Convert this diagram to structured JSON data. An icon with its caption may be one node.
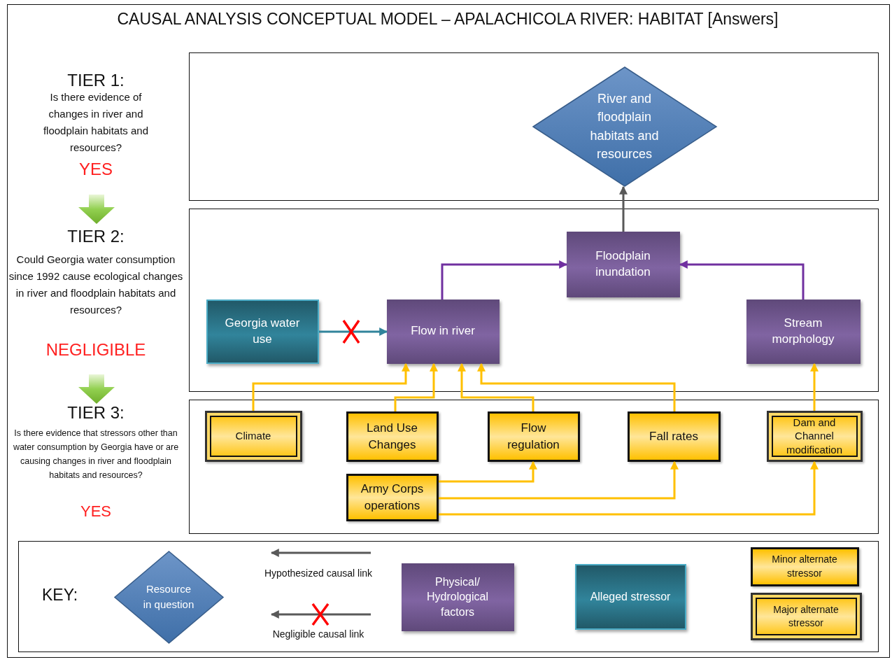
{
  "diagram": {
    "title": "CAUSAL ANALYSIS  CONCEPTUAL MODEL – APALACHICOLA RIVER: HABITAT [Answers]",
    "nodes": [
      {
        "text": [],
        "shape": "box"
      },
      {
        "text": [
          "River and floodplain habitats and resources"
        ],
        "in": 0
      },
      {
        "text": [],
        "shape": "box"
      },
      {
        "text": [
          "Floodplain inundation"
        ],
        "in": 2
      },
      {
        "text": [
          "Georgia water use"
        ],
        "in": 2
      },
      {
        "text": [
          "Flow in river"
        ],
        "in": 2
      },
      {
        "text": [
          "Stream morphology"
        ],
        "in": 2
      },
      {
        "text": [],
        "shape": "box"
      },
      {
        "text": [
          "Climate"
        ],
        "in": 7
      },
      {
        "text": [
          "Land Use Changes"
        ],
        "in": 7
      },
      {
        "text": [
          "Flow regulation"
        ],
        "in": 7
      },
      {
        "text": [
          "Fall rates"
        ],
        "in": 7
      },
      {
        "text": [
          "Dam and Channel modification"
        ],
        "in": 7
      },
      {
        "text": [
          "Army Corps operations"
        ],
        "in": 7
      },
      {
        "text": [],
        "shape": "box"
      },
      {
        "text": [
          "Resource in question"
        ],
        "in": 14
      },
      {
        "text": [
          "Physical/ Hydrological factors"
        ],
        "in": 14
      },
      {
        "text": [
          "Alleged stressor"
        ],
        "in": 14
      },
      {
        "text": [
          "Minor alternate stressor"
        ],
        "in": 14
      },
      {
        "text": [
          "Major alternate stressor"
        ],
        "in": 14
      }
    ],
    "edges": [
      {
        "from": 3,
        "to": 1,
        "arrow": "to",
        "color": "#595959"
      },
      {
        "from": 5,
        "to": 3,
        "arrow": "to",
        "color": "#7030a0"
      },
      {
        "from": 6,
        "to": 3,
        "arrow": "to",
        "color": "#7030a0"
      },
      {
        "from": 4,
        "to": 5,
        "arrow": "to",
        "color": "#31849b"
      },
      {
        "from": 8,
        "to": 5,
        "arrow": "to"
      },
      {
        "from": 9,
        "to": 5,
        "arrow": "to"
      },
      {
        "from": 10,
        "to": 5,
        "arrow": "to"
      },
      {
        "from": 11,
        "to": 5,
        "arrow": "to"
      },
      {
        "from": 12,
        "to": 6,
        "arrow": "to"
      },
      {
        "from": 13,
        "to": 10,
        "arrow": "to"
      },
      {
        "from": 13,
        "to": 11,
        "arrow": "to"
      },
      {
        "from": 13,
        "to": 12,
        "arrow": "to"
      }
    ],
    "labels": [
      "TIER 1:",
      "Is there evidence of changes in river and floodplain habitats and resources?",
      "YES",
      "TIER 2:",
      "Could Georgia water consumption since 1992 cause ecological changes in river and floodplain habitats and resources?",
      "NEGLIGIBLE",
      "TIER 3:",
      "Is there evidence that stressors other than water  consumption by Georgia  have or are causing changes in river and floodplain habitats and resources?",
      "YES",
      "KEY:"
    ],
    "legend": [
      {
        "text": "Hypothesized causal link"
      },
      {
        "text": "Negligible causal link"
      }
    ]
  }
}
